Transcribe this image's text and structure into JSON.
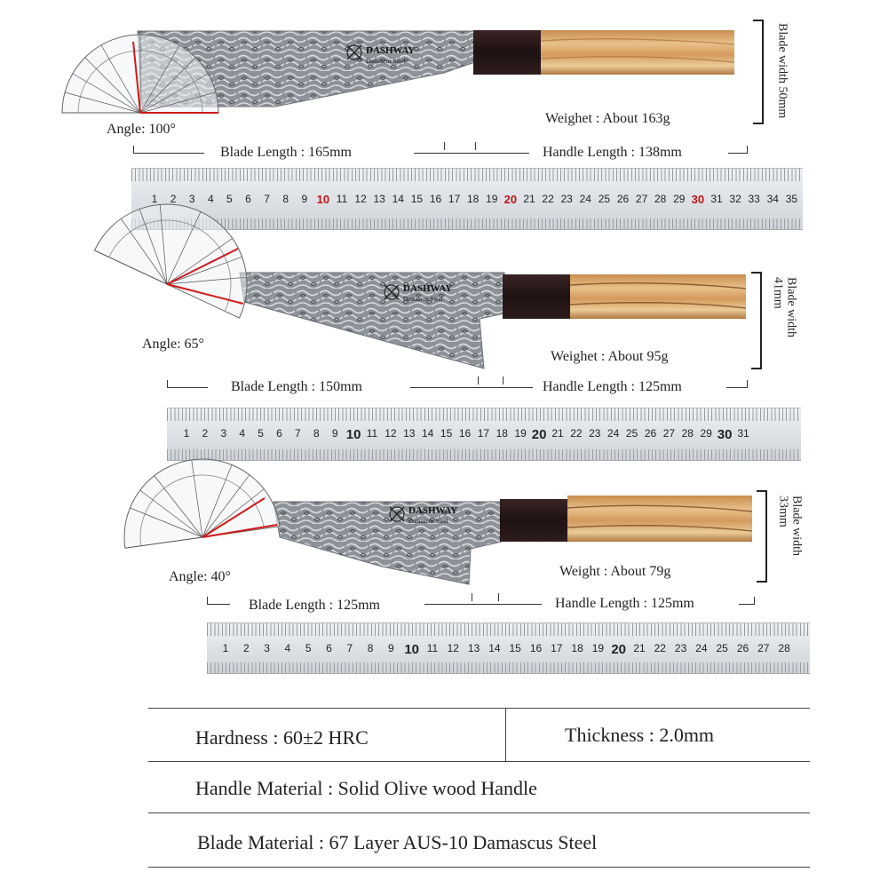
{
  "brand": "DASHWAY",
  "brand_sub": "Damascus Steel",
  "knives": [
    {
      "angle": "Angle: 100°",
      "blade_width": "Blade width 50mm",
      "weight": "Weighet : About 163g",
      "blade_length": "Blade Length : 165mm",
      "handle_length": "Handle Length : 138mm",
      "ruler_max": 35,
      "ruler_red": [
        10,
        20,
        30
      ]
    },
    {
      "angle": "Angle: 65°",
      "blade_width": "Blade width 41mm",
      "weight": "Weighet : About 95g",
      "blade_length": "Blade Length : 150mm",
      "handle_length": "Handle Length : 125mm",
      "ruler_max": 31,
      "ruler_red": []
    },
    {
      "angle": "Angle: 40°",
      "blade_width": "Blade width 33mm",
      "weight": "Weight : About 79g",
      "blade_length": "Blade Length : 125mm",
      "handle_length": "Handle Length : 125mm",
      "ruler_max": 28,
      "ruler_red": []
    }
  ],
  "specs": {
    "hardness": "Hardness : 60±2 HRC",
    "thickness": "Thickness : 2.0mm",
    "handle_material": "Handle Material : Solid Olive wood Handle",
    "blade_material": "Blade Material : 67 Layer AUS-10 Damascus Steel"
  },
  "colors": {
    "ruler_red": "#c0121a",
    "protractor_red": "#d11a1a",
    "olive_wood": "#d9a86a",
    "ebony": "#2a1a1a",
    "steel": "#9aa0a6"
  }
}
